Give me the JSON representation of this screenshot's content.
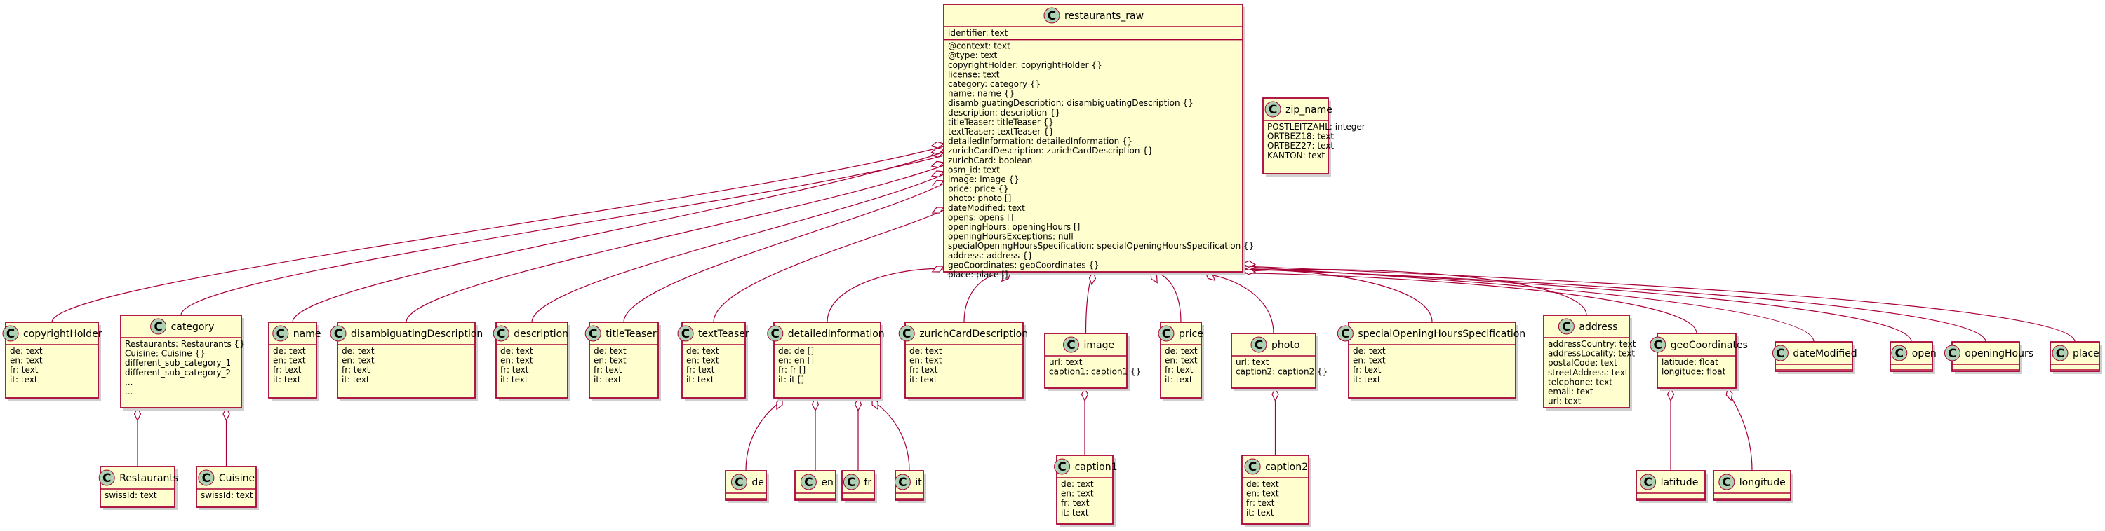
{
  "colors": {
    "class_fill": "#fefece",
    "border": "#a80036",
    "circle_fill": "#add1b2",
    "text": "#000000"
  },
  "icons": {
    "class_marker": "class-c-icon",
    "aggregation": "hollow-diamond-icon"
  },
  "classes": [
    {
      "id": "restaurants_raw",
      "name": "restaurants_raw",
      "sections": [
        [
          "identifier: text"
        ],
        [
          "@context: text",
          "@type: text",
          "copyrightHolder: copyrightHolder {}",
          "license: text",
          "category: category {}",
          "name: name  {}",
          "disambiguatingDescription: disambiguatingDescription  {}",
          "description: description {}",
          "titleTeaser: titleTeaser {}",
          "textTeaser: textTeaser {}",
          "detailedInformation: detailedInformation {}",
          "zurichCardDescription: zurichCardDescription  {}",
          "zurichCard: boolean",
          "osm_id: text",
          "image: image  {}",
          "price: price  {}",
          "photo: photo  []",
          "dateModified: text",
          "opens: opens  []",
          "openingHours: openingHours  []",
          "openingHoursExceptions: null",
          "specialOpeningHoursSpecification: specialOpeningHoursSpecification {}",
          "address:  address  {}",
          "geoCoordinates: geoCoordinates  {}",
          "place: place []"
        ]
      ]
    },
    {
      "id": "zip_name",
      "name": "zip_name",
      "sections": [
        [
          "POSTLEITZAHL: integer",
          "ORTBEZ18: text",
          "ORTBEZ27: text",
          "KANTON: text"
        ]
      ]
    },
    {
      "id": "copyrightHolder",
      "name": "copyrightHolder",
      "sections": [
        [
          "de: text",
          "en: text",
          "fr: text",
          "it: text"
        ]
      ]
    },
    {
      "id": "category",
      "name": "category",
      "sections": [
        [
          "Restaurants: Restaurants {}",
          "Cuisine: Cuisine {}",
          "different_sub_category_1",
          "different_sub_category_2",
          "...",
          "..."
        ]
      ]
    },
    {
      "id": "name",
      "name": "name",
      "sections": [
        [
          "de: text",
          "en: text",
          "fr: text",
          "it: text"
        ]
      ]
    },
    {
      "id": "disambiguatingDescription",
      "name": "disambiguatingDescription",
      "sections": [
        [
          "de: text",
          "en: text",
          "fr: text",
          "it: text"
        ]
      ]
    },
    {
      "id": "description",
      "name": "description",
      "sections": [
        [
          "de: text",
          "en: text",
          "fr: text",
          "it: text"
        ]
      ]
    },
    {
      "id": "titleTeaser",
      "name": "titleTeaser",
      "sections": [
        [
          "de: text",
          "en: text",
          "fr: text",
          "it: text"
        ]
      ]
    },
    {
      "id": "textTeaser",
      "name": "textTeaser",
      "sections": [
        [
          "de: text",
          "en: text",
          "fr: text",
          "it: text"
        ]
      ]
    },
    {
      "id": "detailedInformation",
      "name": "detailedInformation",
      "sections": [
        [
          "de: de []",
          "en: en []",
          "fr: fr []",
          "it: it []"
        ]
      ]
    },
    {
      "id": "zurichCardDescription",
      "name": "zurichCardDescription",
      "sections": [
        [
          "de: text",
          "en: text",
          "fr: text",
          "it: text"
        ]
      ]
    },
    {
      "id": "image",
      "name": "image",
      "sections": [
        [
          "url: text",
          "caption1: caption1 {}"
        ]
      ]
    },
    {
      "id": "price",
      "name": "price",
      "sections": [
        [
          "de: text",
          "en: text",
          "fr: text",
          "it: text"
        ]
      ]
    },
    {
      "id": "photo",
      "name": "photo",
      "sections": [
        [
          "url: text",
          "caption2: caption2 {}"
        ]
      ]
    },
    {
      "id": "specialOpeningHoursSpecification",
      "name": "specialOpeningHoursSpecification",
      "sections": [
        [
          "de: text",
          "en: text",
          "fr: text",
          "it: text"
        ]
      ]
    },
    {
      "id": "address",
      "name": "address",
      "sections": [
        [
          "addressCountry: text",
          "addressLocality: text",
          "postalCode: text",
          "streetAddress: text",
          "telephone: text",
          "email: text",
          "url: text"
        ]
      ]
    },
    {
      "id": "geoCoordinates",
      "name": "geoCoordinates",
      "sections": [
        [
          "latitude: float",
          "longitude: float"
        ]
      ]
    },
    {
      "id": "dateModified",
      "name": "dateModified",
      "sections": []
    },
    {
      "id": "open",
      "name": "open",
      "sections": []
    },
    {
      "id": "openingHours",
      "name": "openingHours",
      "sections": []
    },
    {
      "id": "place",
      "name": "place",
      "sections": []
    },
    {
      "id": "Restaurants",
      "name": "Restaurants",
      "sections": [
        [
          "swissId: text"
        ]
      ]
    },
    {
      "id": "Cuisine",
      "name": "Cuisine",
      "sections": [
        [
          "swissId: text"
        ]
      ]
    },
    {
      "id": "de",
      "name": "de",
      "sections": []
    },
    {
      "id": "en",
      "name": "en",
      "sections": []
    },
    {
      "id": "fr",
      "name": "fr",
      "sections": []
    },
    {
      "id": "it",
      "name": "it",
      "sections": []
    },
    {
      "id": "caption1",
      "name": "caption1",
      "sections": [
        [
          "de: text",
          "en: text",
          "fr: text",
          "it: text"
        ]
      ]
    },
    {
      "id": "caption2",
      "name": "caption2",
      "sections": [
        [
          "de: text",
          "en: text",
          "fr: text",
          "it: text"
        ]
      ]
    },
    {
      "id": "latitude",
      "name": "latitude",
      "sections": []
    },
    {
      "id": "longitude",
      "name": "longitude",
      "sections": []
    }
  ],
  "relations": [
    [
      "restaurants_raw",
      "copyrightHolder"
    ],
    [
      "restaurants_raw",
      "category"
    ],
    [
      "restaurants_raw",
      "name"
    ],
    [
      "restaurants_raw",
      "disambiguatingDescription"
    ],
    [
      "restaurants_raw",
      "description"
    ],
    [
      "restaurants_raw",
      "titleTeaser"
    ],
    [
      "restaurants_raw",
      "textTeaser"
    ],
    [
      "restaurants_raw",
      "detailedInformation"
    ],
    [
      "restaurants_raw",
      "zurichCardDescription"
    ],
    [
      "restaurants_raw",
      "image"
    ],
    [
      "restaurants_raw",
      "price"
    ],
    [
      "restaurants_raw",
      "photo"
    ],
    [
      "restaurants_raw",
      "specialOpeningHoursSpecification"
    ],
    [
      "restaurants_raw",
      "address"
    ],
    [
      "restaurants_raw",
      "geoCoordinates"
    ],
    [
      "restaurants_raw",
      "dateModified"
    ],
    [
      "restaurants_raw",
      "open"
    ],
    [
      "restaurants_raw",
      "openingHours"
    ],
    [
      "restaurants_raw",
      "place"
    ],
    [
      "category",
      "Restaurants"
    ],
    [
      "category",
      "Cuisine"
    ],
    [
      "detailedInformation",
      "de"
    ],
    [
      "detailedInformation",
      "en"
    ],
    [
      "detailedInformation",
      "fr"
    ],
    [
      "detailedInformation",
      "it"
    ],
    [
      "image",
      "caption1"
    ],
    [
      "photo",
      "caption2"
    ],
    [
      "geoCoordinates",
      "latitude"
    ],
    [
      "geoCoordinates",
      "longitude"
    ]
  ]
}
